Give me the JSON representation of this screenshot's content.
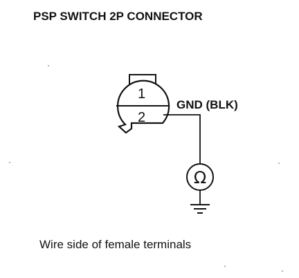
{
  "title": "PSP SWITCH 2P CONNECTOR",
  "caption": "Wire side of female terminals",
  "connector": {
    "pin_top": "1",
    "pin_bottom": "2"
  },
  "ground_label": "GND (BLK)",
  "meter": {
    "symbol": "Ω",
    "icon": "ohmmeter-icon"
  },
  "ground_icon": "ground-symbol-icon"
}
